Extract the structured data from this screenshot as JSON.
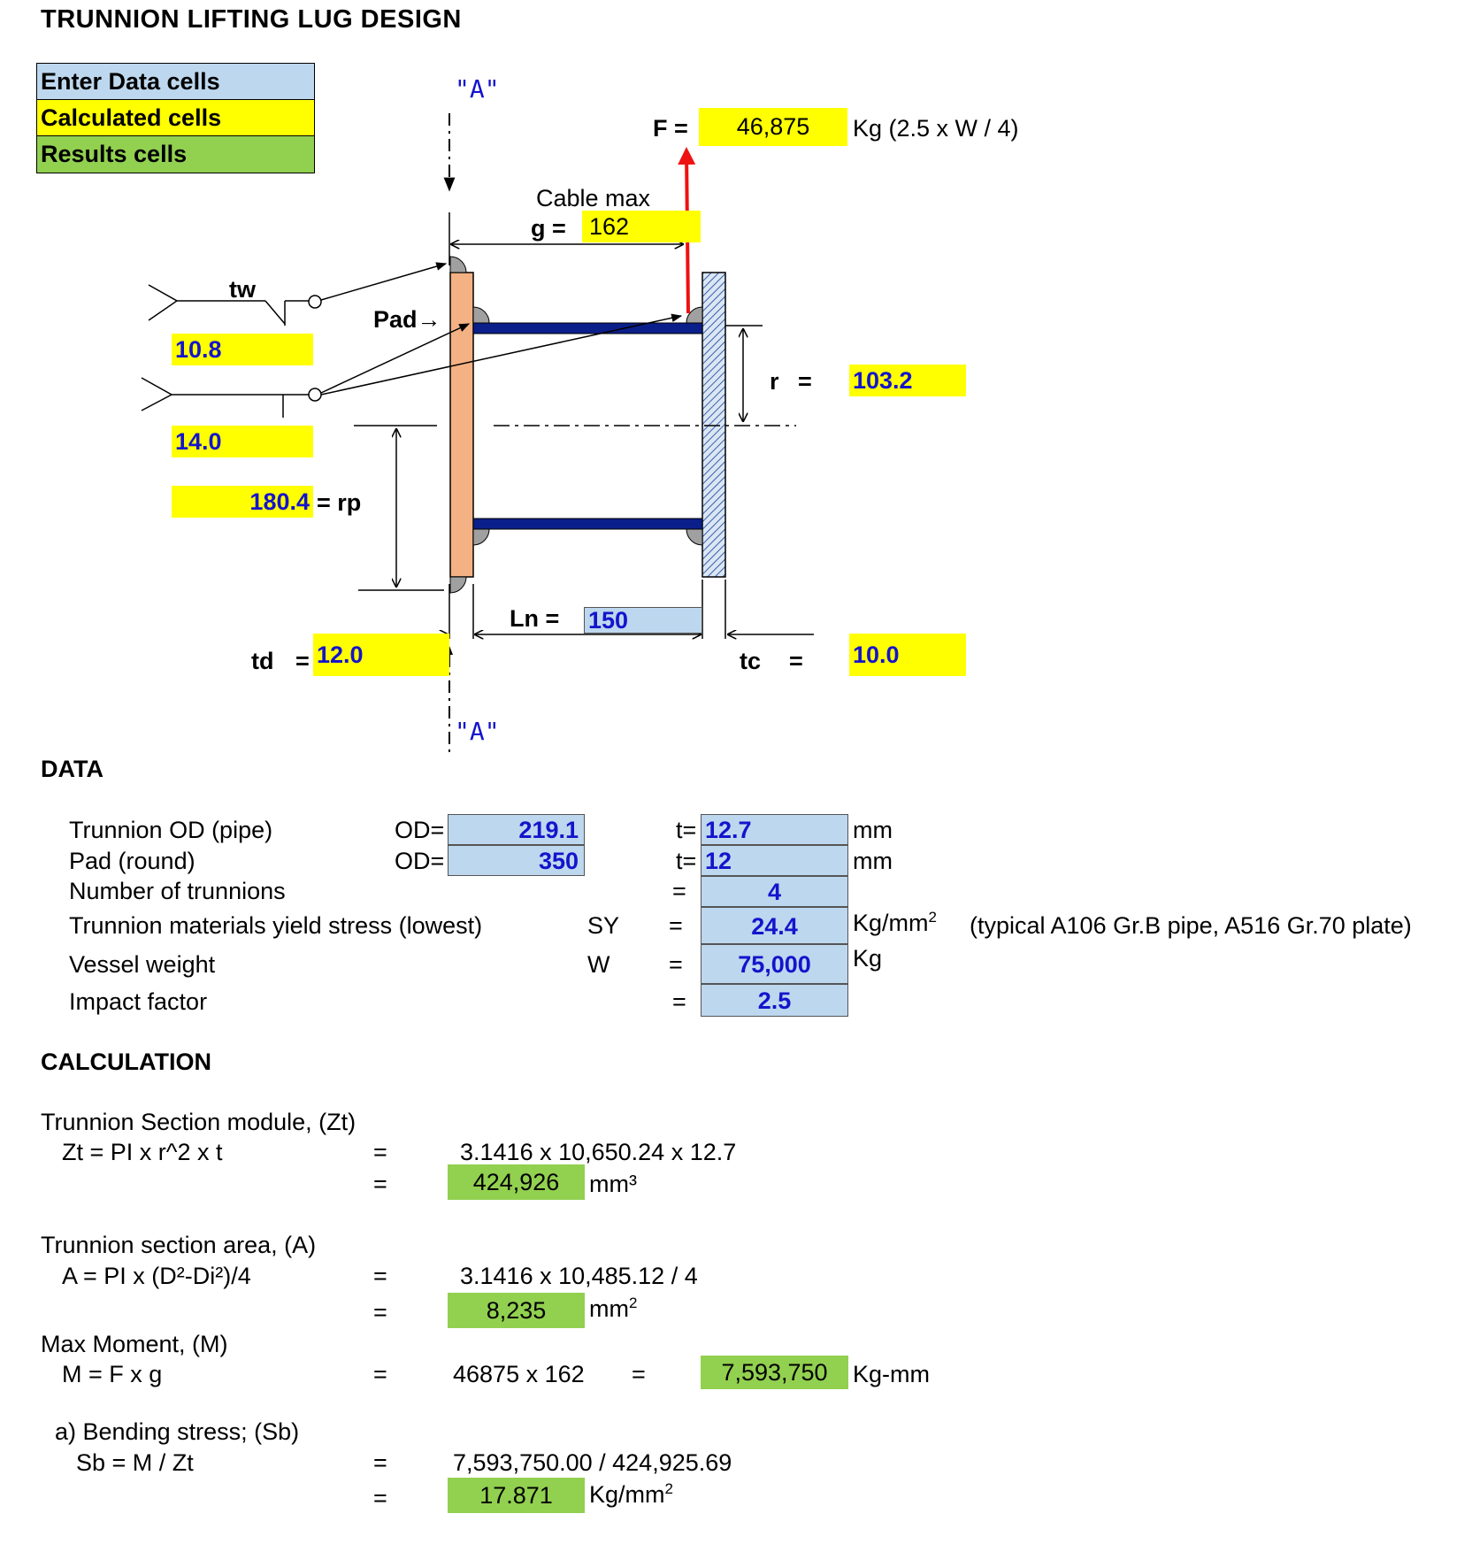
{
  "title": "TRUNNION  LIFTING  LUG  DESIGN",
  "legend": {
    "enter": "Enter Data cells",
    "calculated": "Calculated cells",
    "results": "Results  cells"
  },
  "colors": {
    "enter": "#bdd7ee",
    "calculated": "#ffff00",
    "results": "#92d050",
    "value_text": "#1414cc",
    "pad": "#f4b183",
    "pipe": "#0b1f8a",
    "force_arrow": "#ee1111"
  },
  "diagram": {
    "section_label_top": "\"A\"",
    "section_label_bottom": "\"A\"",
    "force_label": "F =",
    "force_value": "46,875",
    "force_unit": "Kg (2.5 x W / 4)",
    "cable_label": "Cable max",
    "g_label": "g =",
    "g_value": "162",
    "tw_label": "tw",
    "pad_label": "Pad→",
    "weld1_value": "10.8",
    "weld2_value": "14.0",
    "rp_value": "180.4",
    "rp_label": "= rp",
    "r_label": "r",
    "r_eq": "=",
    "r_value": "103.2",
    "ln_label": "Ln =",
    "ln_value": "150",
    "td_label": "td",
    "td_eq": "=",
    "td_value": "12.0",
    "tc_label": "tc",
    "tc_eq": "=",
    "tc_value": "10.0"
  },
  "data_section": {
    "heading": "DATA",
    "rows": [
      {
        "label": "Trunnion OD (pipe)",
        "od_label": "OD=",
        "od_value": "219.1",
        "t_label": "t=",
        "t_value": "12.7",
        "unit": "mm"
      },
      {
        "label": "Pad (round)",
        "od_label": "OD=",
        "od_value": "350",
        "t_label": "t=",
        "t_value": "12",
        "unit": "mm"
      },
      {
        "label": "Number of trunnions",
        "eq": "=",
        "value": "4"
      },
      {
        "label": "Trunnion materials yield stress (lowest)",
        "sym": "SY",
        "eq": "=",
        "value": "24.4",
        "unit": "Kg/mm",
        "unit_sup": "2",
        "note": "(typical A106 Gr.B pipe, A516 Gr.70 plate)"
      },
      {
        "label": "Vessel weight",
        "sym": "W",
        "eq": "=",
        "value": "75,000",
        "unit": "Kg"
      },
      {
        "label": "Impact factor",
        "eq": "=",
        "value": "2.5"
      }
    ]
  },
  "calc_section": {
    "heading": "CALCULATION",
    "zt": {
      "title": "Trunnion Section module, (Zt)",
      "formula": "Zt  =  PI x r^2 x t",
      "eq1": "=",
      "expr": "3.1416 x 10,650.24 x 12.7",
      "eq2": "=",
      "result": "424,926",
      "unit": "mm³"
    },
    "area": {
      "title": "Trunnion section area, (A)",
      "formula": "A  =  PI x (D²-Di²)/4",
      "eq1": "=",
      "expr": "3.1416 x 10,485.12 / 4",
      "eq2": "=",
      "result": "8,235",
      "unit": "mm",
      "unit_sup": "2"
    },
    "moment": {
      "title": "Max Moment, (M)",
      "formula": "M  =  F x g",
      "eq1": "=",
      "expr": "46875 x 162",
      "eq2": "=",
      "result": "7,593,750",
      "unit": "Kg-mm"
    },
    "bending": {
      "title": "a) Bending stress; (Sb)",
      "formula": "Sb  =  M / Zt",
      "eq1": "=",
      "expr": "7,593,750.00 / 424,925.69",
      "eq2": "=",
      "result": "17.871",
      "unit": "Kg/mm",
      "unit_sup": "2"
    }
  }
}
